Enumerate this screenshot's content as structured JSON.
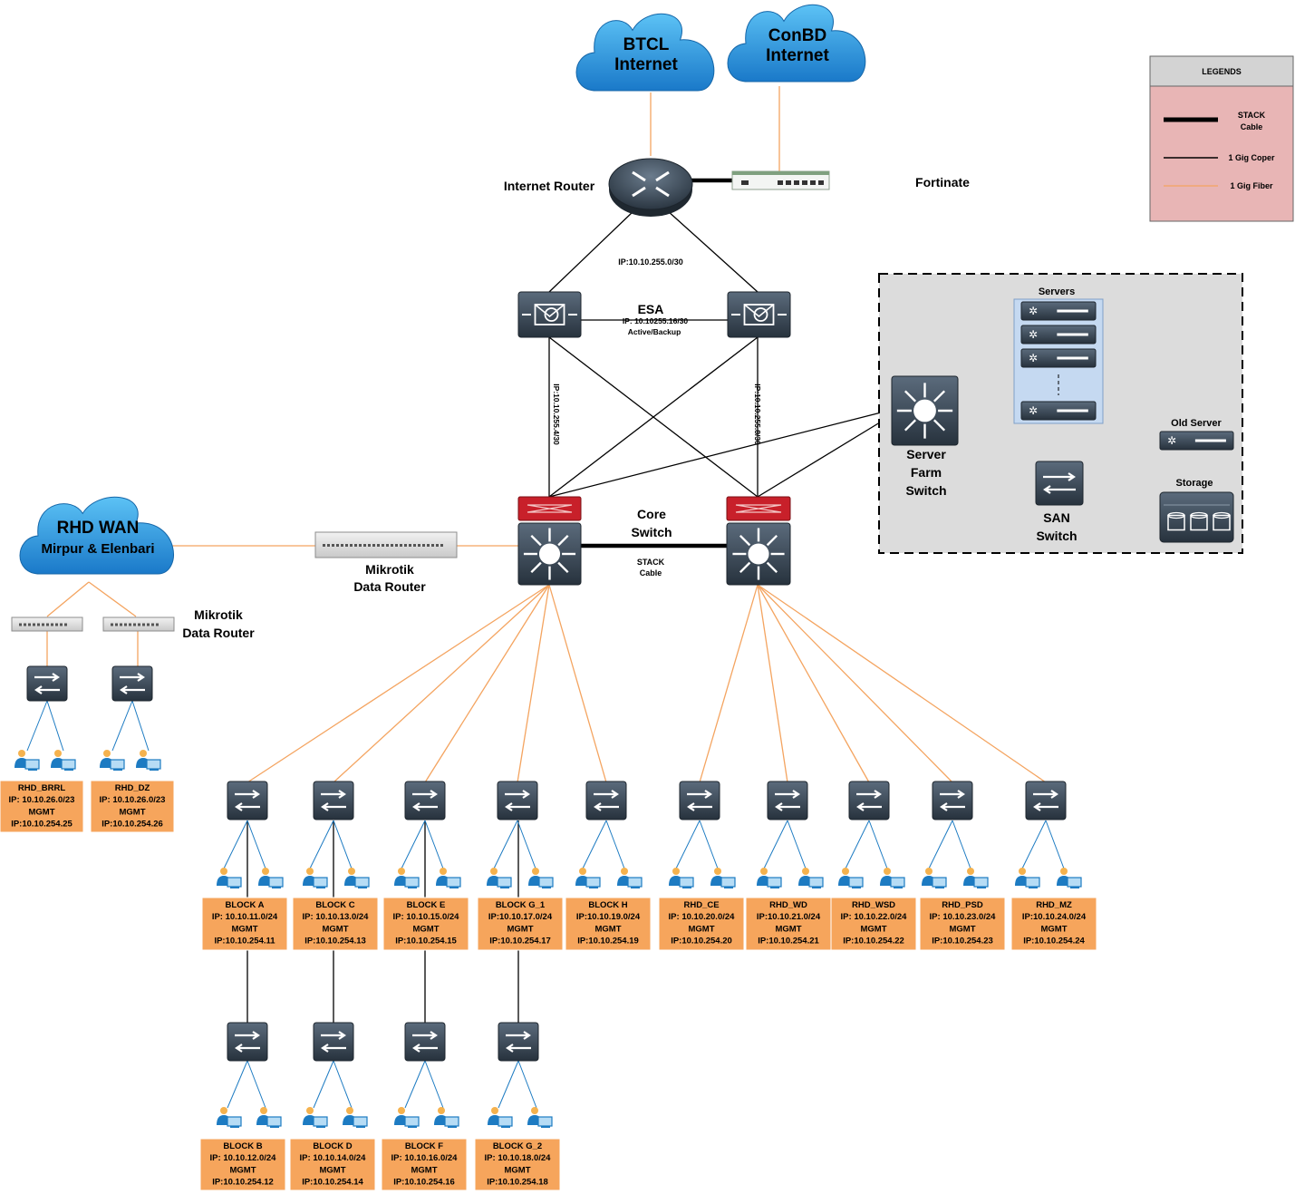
{
  "clouds": {
    "btcl": [
      "BTCL",
      "Internet"
    ],
    "conbd": [
      "ConBD",
      "Internet"
    ],
    "wan": [
      "RHD WAN",
      "Mirpur & Elenbari"
    ]
  },
  "labels": {
    "internet_router": "Internet Router",
    "fortinate": "Fortinate",
    "router_esa_ip": "IP:10.10.255.0/30",
    "esa_title": "ESA",
    "esa_ip": "IP: 10.10255.16/30",
    "esa_mode": "Active/Backup",
    "esa_core_left_ip": "IP:10.10.255.4/30",
    "esa_core_right_ip": "IP:10.10.255.8/30",
    "core_switch": [
      "Core",
      "Switch"
    ],
    "stack_cable": [
      "STACK",
      "Cable"
    ],
    "mikrotik_main": [
      "Mikrotik",
      "Data Router"
    ],
    "mikrotik_wan": [
      "Mikrotik",
      "Data Router"
    ],
    "servers": "Servers",
    "old_server": "Old Server",
    "storage": "Storage",
    "server_farm_switch": [
      "Server",
      "Farm",
      "Switch"
    ],
    "san_switch": [
      "SAN",
      "Switch"
    ]
  },
  "legend": {
    "title": "LEGENDS",
    "items": [
      {
        "label": [
          "STACK",
          "Cable"
        ],
        "type": "stack"
      },
      {
        "label": [
          "1 Gig Coper"
        ],
        "type": "copper"
      },
      {
        "label": [
          "1 Gig Fiber"
        ],
        "type": "fiber"
      }
    ]
  },
  "colors": {
    "fiber": "#f4a460",
    "copper": "#000000",
    "box_fill": "#f6a55c",
    "legend_fill": "#e8b5b5",
    "cloud_blue": "#1e90d6",
    "core_red": "#c8202a",
    "device_dark": "#3a4a5a"
  },
  "wan_blocks": [
    [
      "RHD_BRRL",
      "IP: 10.10.26.0/23",
      "MGMT",
      "IP:10.10.254.25"
    ],
    [
      "RHD_DZ",
      "IP: 10.10.26.0/23",
      "MGMT",
      "IP:10.10.254.26"
    ]
  ],
  "row1_blocks": [
    [
      "BLOCK A",
      "IP: 10.10.11.0/24",
      "MGMT",
      "IP:10.10.254.11"
    ],
    [
      "BLOCK C",
      "IP: 10.10.13.0/24",
      "MGMT",
      "IP:10.10.254.13"
    ],
    [
      "BLOCK E",
      "IP: 10.10.15.0/24",
      "MGMT",
      "IP:10.10.254.15"
    ],
    [
      "BLOCK G_1",
      "IP:10.10.17.0/24",
      "MGMT",
      "IP:10.10.254.17"
    ],
    [
      "BLOCK H",
      "IP:10.10.19.0/24",
      "MGMT",
      "IP:10.10.254.19"
    ],
    [
      "RHD_CE",
      "IP: 10.10.20.0/24",
      "MGMT",
      "IP:10.10.254.20"
    ],
    [
      "RHD_WD",
      "IP:10.10.21.0/24",
      "MGMT",
      "IP:10.10.254.21"
    ],
    [
      "RHD_WSD",
      "IP: 10.10.22.0/24",
      "MGMT",
      "IP:10.10.254.22"
    ],
    [
      "RHD_PSD",
      "IP: 10.10.23.0/24",
      "MGMT",
      "IP:10.10.254.23"
    ],
    [
      "RHD_MZ",
      "IP:10.10.24.0/24",
      "MGMT",
      "IP:10.10.254.24"
    ]
  ],
  "row2_blocks": [
    [
      "BLOCK B",
      "IP: 10.10.12.0/24",
      "MGMT",
      "IP:10.10.254.12"
    ],
    [
      "BLOCK D",
      "IP: 10.10.14.0/24",
      "MGMT",
      "IP:10.10.254.14"
    ],
    [
      "BLOCK F",
      "IP: 10.10.16.0/24",
      "MGMT",
      "IP:10.10.254.16"
    ],
    [
      "BLOCK G_2",
      "IP: 10.10.18.0/24",
      "MGMT",
      "IP:10.10.254.18"
    ]
  ]
}
